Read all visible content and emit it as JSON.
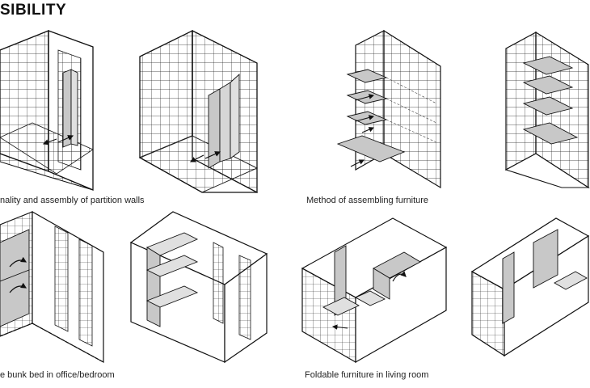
{
  "header": {
    "title": "SIBILITY"
  },
  "captions": {
    "partition": "nality and assembly of partition walls",
    "furniture": "Method of assembling furniture",
    "bunk": "e bunk bed in office/bedroom",
    "foldable": "Foldable furniture in living room"
  },
  "colors": {
    "line": "#1a1a1a",
    "panel": "#c8c8c8",
    "panel_light": "#e0e0e0",
    "background": "#ffffff"
  },
  "icons": [
    "double-arrow-icon",
    "curved-arrow-icon",
    "arrow-icon"
  ]
}
